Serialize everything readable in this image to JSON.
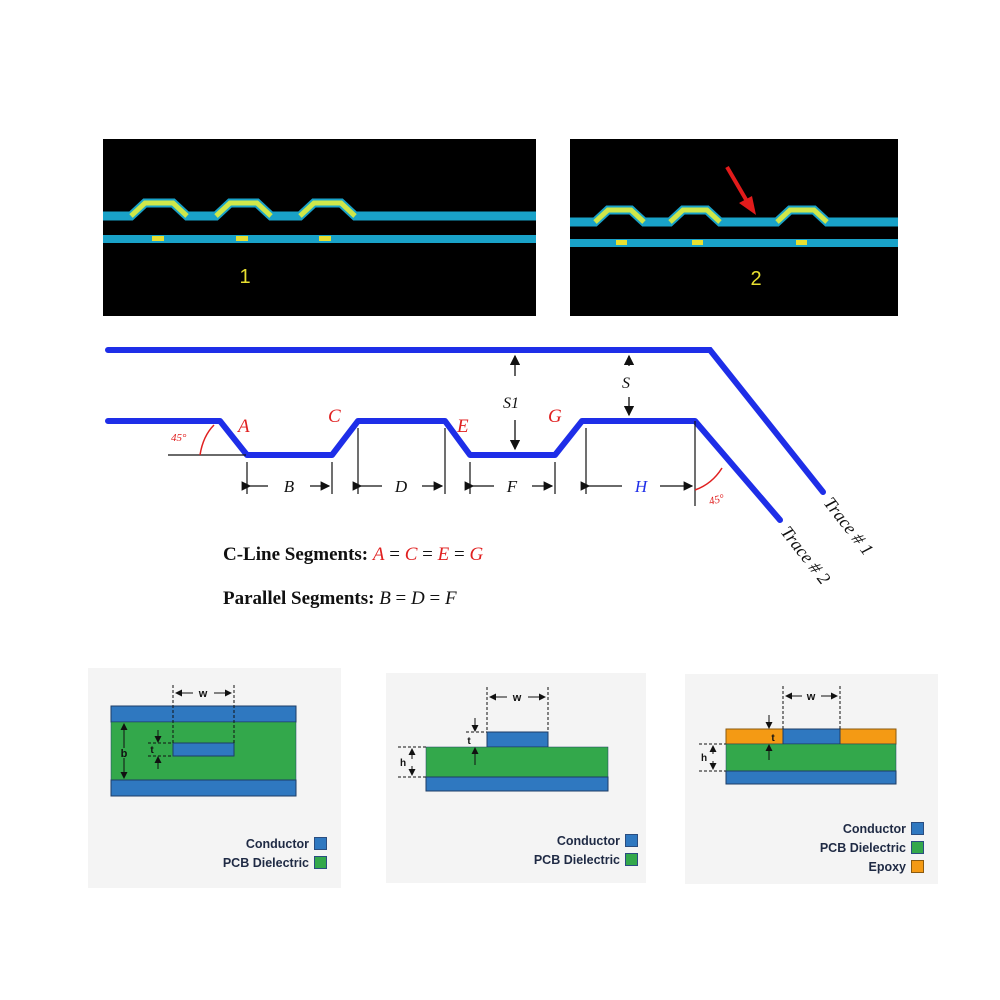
{
  "colors": {
    "trace_cyan": "#19a2c8",
    "meander_yellow": "#cfe84a",
    "pad_yellow": "#e8e030",
    "arrow_red": "#e11b1b",
    "diagram_blue": "#1e2ee8",
    "label_red": "#e02020",
    "conductor": "#2f78c0",
    "dielectric": "#33a84b",
    "epoxy": "#f49a14"
  },
  "photo_panels": {
    "panel1_label": "1",
    "panel2_label": "2"
  },
  "trace_diagram": {
    "segment_labels": {
      "a": "A",
      "b": "B",
      "c": "C",
      "d": "D",
      "e": "E",
      "f": "F",
      "g": "G",
      "h": "H"
    },
    "spacing_labels": {
      "s1": "S1",
      "s": "S"
    },
    "angle_left": "45°",
    "angle_right": "45°",
    "trace1_label": "Trace # 1",
    "trace2_label": "Trace # 2",
    "cline_prefix": "C-Line Segments: ",
    "cline_a": "A",
    "cline_c": "C",
    "cline_e": "E",
    "cline_g": "G",
    "eq": " = ",
    "parallel_prefix": "Parallel Segments: ",
    "parallel_b": "B",
    "parallel_d": "D",
    "parallel_f": "F"
  },
  "cross_sections": {
    "stripline": {
      "w": "w",
      "t": "t",
      "b": "b",
      "legend": [
        "Conductor",
        "PCB Dielectric"
      ]
    },
    "microstrip": {
      "w": "w",
      "t": "t",
      "h": "h",
      "legend": [
        "Conductor",
        "PCB Dielectric"
      ]
    },
    "embedded": {
      "w": "w",
      "t": "t",
      "h": "h",
      "legend": [
        "Conductor",
        "PCB Dielectric",
        "Epoxy"
      ]
    }
  }
}
